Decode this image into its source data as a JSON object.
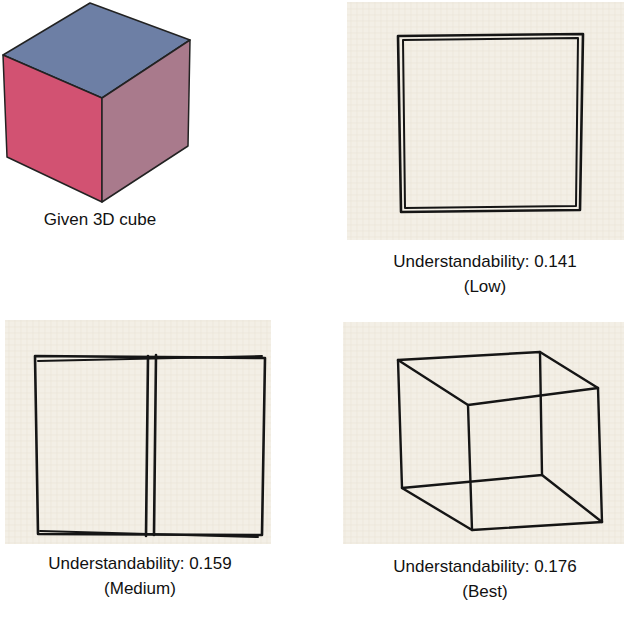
{
  "diagram": {
    "labels": [
      "Given 3D cube",
      "Understandability: 0.141",
      "(Low)",
      "Understandability: 0.159",
      "(Medium)",
      "Understandability: 0.176",
      "(Best)"
    ]
  }
}
